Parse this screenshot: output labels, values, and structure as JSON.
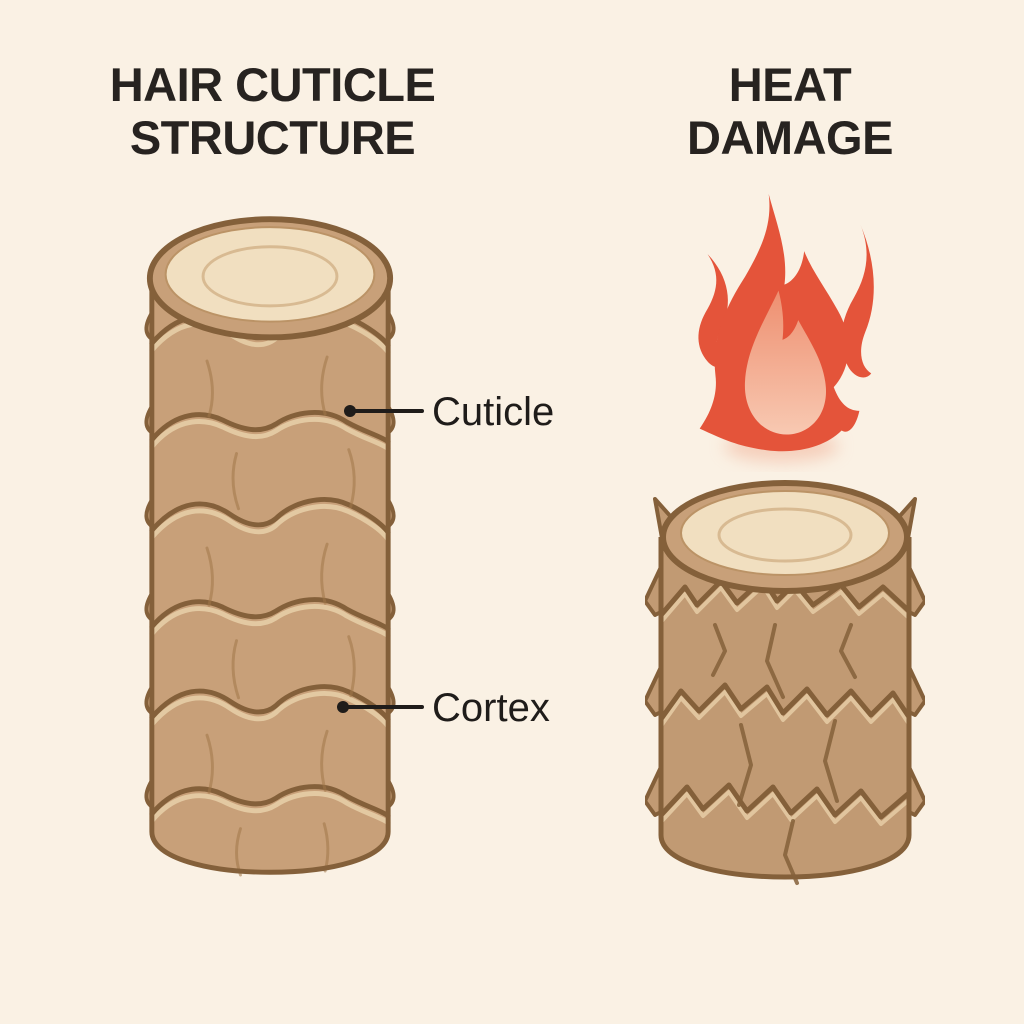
{
  "diagram": {
    "left": {
      "title": [
        "HAIR CUTICLE",
        "STRUCTURE"
      ],
      "labels": [
        {
          "text": "Cuticle"
        },
        {
          "text": "Cortex"
        }
      ]
    },
    "right": {
      "title": [
        "HEAT",
        "DAMAGE"
      ],
      "icon": "flame-icon"
    }
  },
  "colors": {
    "bg": "#faf1e4",
    "title_text": "#272320",
    "label_text": "#1f1c1a",
    "leader": "#1f1c1a",
    "hair_body": "#c8a079",
    "hair_body_damaged": "#c19a73",
    "hair_outline": "#84603a",
    "hair_highlight": "#e6cda6",
    "hair_cut_surface": "#f1dfc0",
    "hair_ring": "#d8ba92",
    "flame_outer": "#e4543a",
    "flame_inner_top": "#ee8f70",
    "flame_inner_bottom": "#f8c9b2"
  }
}
